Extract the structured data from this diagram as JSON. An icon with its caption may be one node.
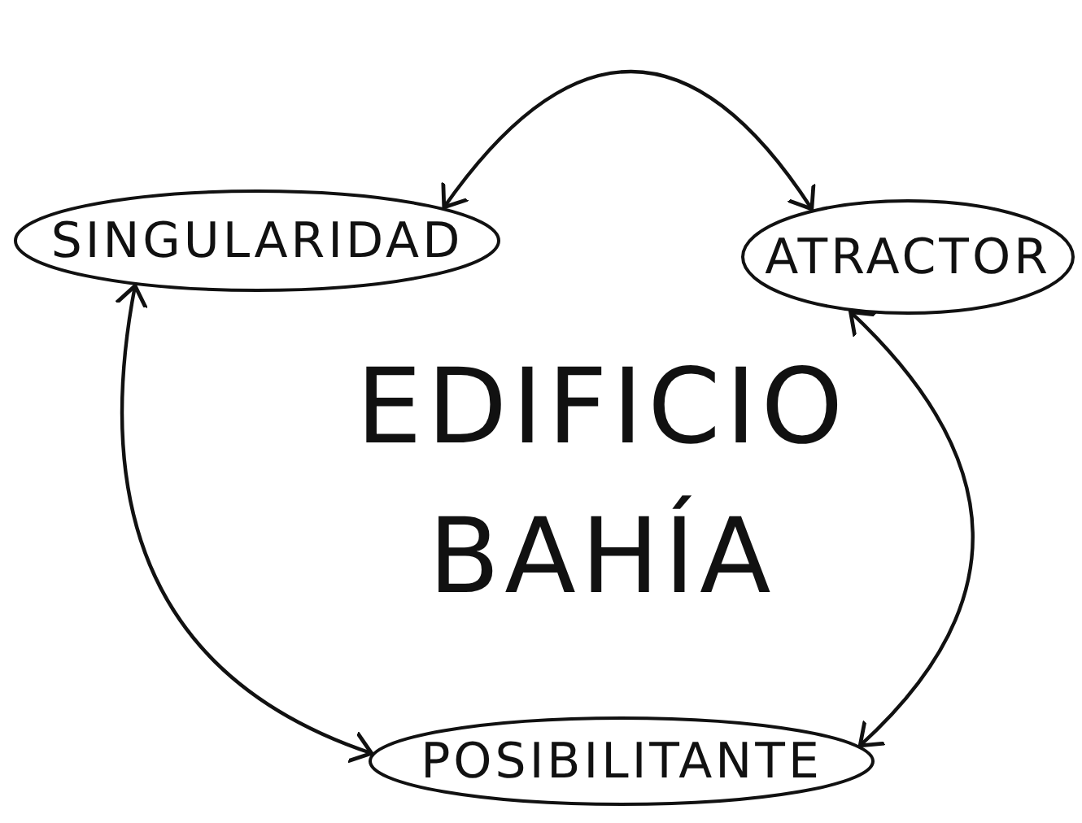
{
  "diagram": {
    "title": "EDIFICIO BAHÍA",
    "nodes": [
      {
        "text": [
          "SINGULARIDAD"
        ]
      },
      {
        "text": [
          "ATRACTOR"
        ]
      },
      {
        "text": [
          "POSIBILITANTE"
        ]
      }
    ],
    "edges": [
      {
        "from": 0,
        "to": 1,
        "arrow": "both"
      },
      {
        "from": 1,
        "to": 2,
        "arrow": "both"
      },
      {
        "from": 0,
        "to": 2,
        "arrow": "both"
      }
    ]
  }
}
